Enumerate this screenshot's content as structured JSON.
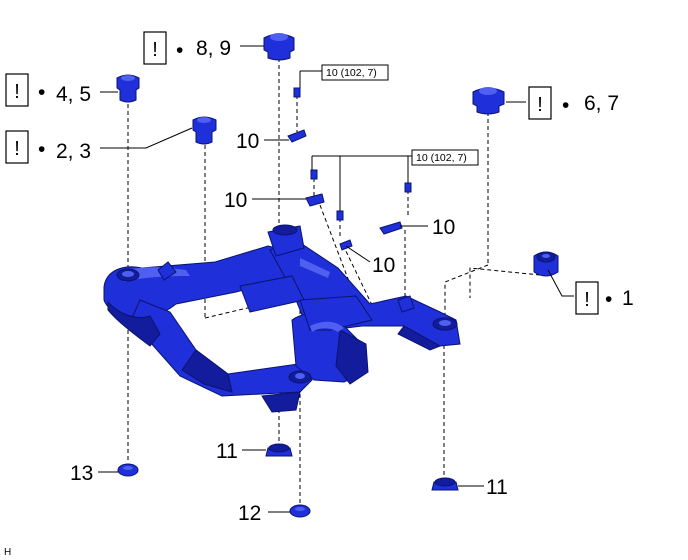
{
  "caution_symbol": "!",
  "bullet": "•",
  "callouts": {
    "c1": "1",
    "c23": "2, 3",
    "c45": "4, 5",
    "c67": "6, 7",
    "c89": "8, 9",
    "c10": "10",
    "c11": "11",
    "c12": "12",
    "c13": "13"
  },
  "torque_spec": "10 (102, 7)",
  "corner_mark": "H",
  "colors": {
    "part": "#1f2fd9",
    "part_dark": "#121c9c",
    "highlight": "#4f5ff0"
  }
}
